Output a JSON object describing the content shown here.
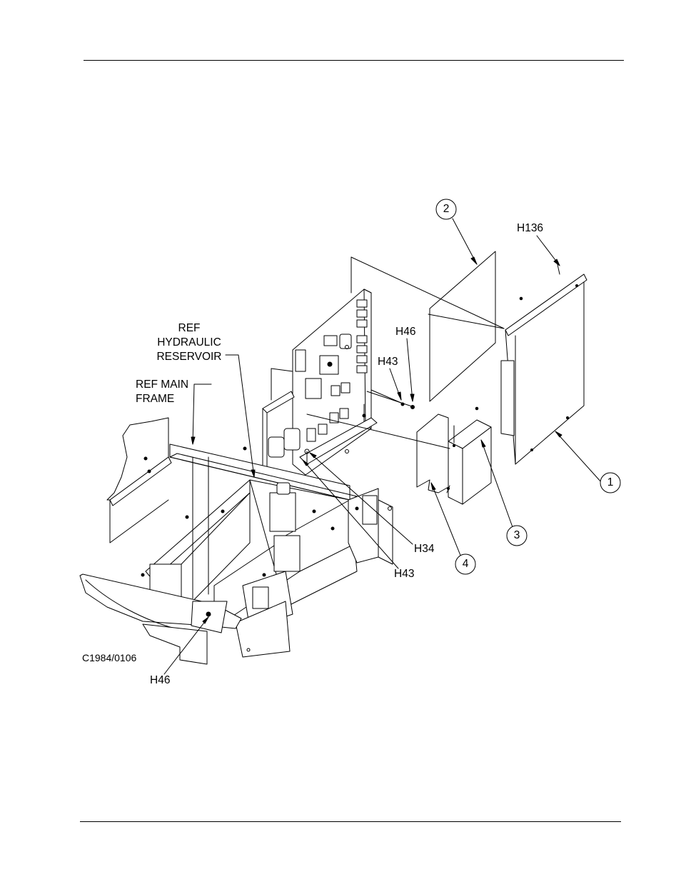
{
  "figure": {
    "drawing_number": "C1984/0106",
    "labels": {
      "ref_hydraulic_line1": "REF",
      "ref_hydraulic_line2": "HYDRAULIC",
      "ref_hydraulic_line3": "RESERVOIR",
      "ref_main_frame_line1": "REF MAIN",
      "ref_main_frame_line2": "FRAME",
      "h136": "H136",
      "h46_top": "H46",
      "h43_top": "H43",
      "h34": "H34",
      "h43_bottom": "H43",
      "h46_bottom": "H46"
    },
    "callouts": {
      "c1": "1",
      "c2": "2",
      "c3": "3",
      "c4": "4"
    }
  }
}
